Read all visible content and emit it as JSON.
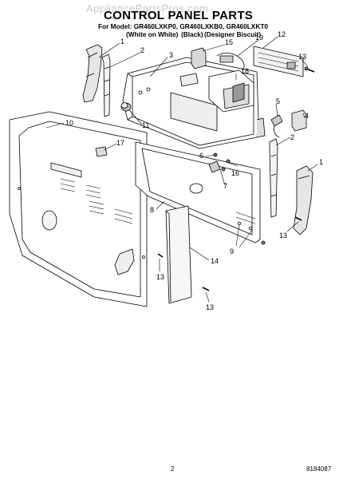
{
  "watermark": "AppliancePartsPros.com",
  "title": "CONTROL PANEL PARTS",
  "model_line": "For Model: GR460LXKP0, GR460LXKB0, GR460LXKT0",
  "variants": [
    "(White on White)",
    "(Black)",
    "(Designer Biscuit)"
  ],
  "page_number": "2",
  "doc_number": "8184087",
  "callouts": [
    {
      "id": "c1a",
      "text": "1"
    },
    {
      "id": "c2a",
      "text": "2"
    },
    {
      "id": "c3",
      "text": "3"
    },
    {
      "id": "c15",
      "text": "15"
    },
    {
      "id": "c12",
      "text": "12"
    },
    {
      "id": "c19",
      "text": "19"
    },
    {
      "id": "c13a",
      "text": "13"
    },
    {
      "id": "c18",
      "text": "18"
    },
    {
      "id": "c4",
      "text": "4"
    },
    {
      "id": "c5",
      "text": "5"
    },
    {
      "id": "c11",
      "text": "11"
    },
    {
      "id": "c10",
      "text": "10"
    },
    {
      "id": "c17",
      "text": "17"
    },
    {
      "id": "c6",
      "text": "6"
    },
    {
      "id": "c2b",
      "text": "2"
    },
    {
      "id": "c1b",
      "text": "1"
    },
    {
      "id": "c16",
      "text": "16"
    },
    {
      "id": "c7",
      "text": "7"
    },
    {
      "id": "c8",
      "text": "8"
    },
    {
      "id": "c14",
      "text": "14"
    },
    {
      "id": "c9",
      "text": "9"
    },
    {
      "id": "c13b",
      "text": "13"
    },
    {
      "id": "c13c",
      "text": "13"
    },
    {
      "id": "c13d",
      "text": "13"
    }
  ]
}
